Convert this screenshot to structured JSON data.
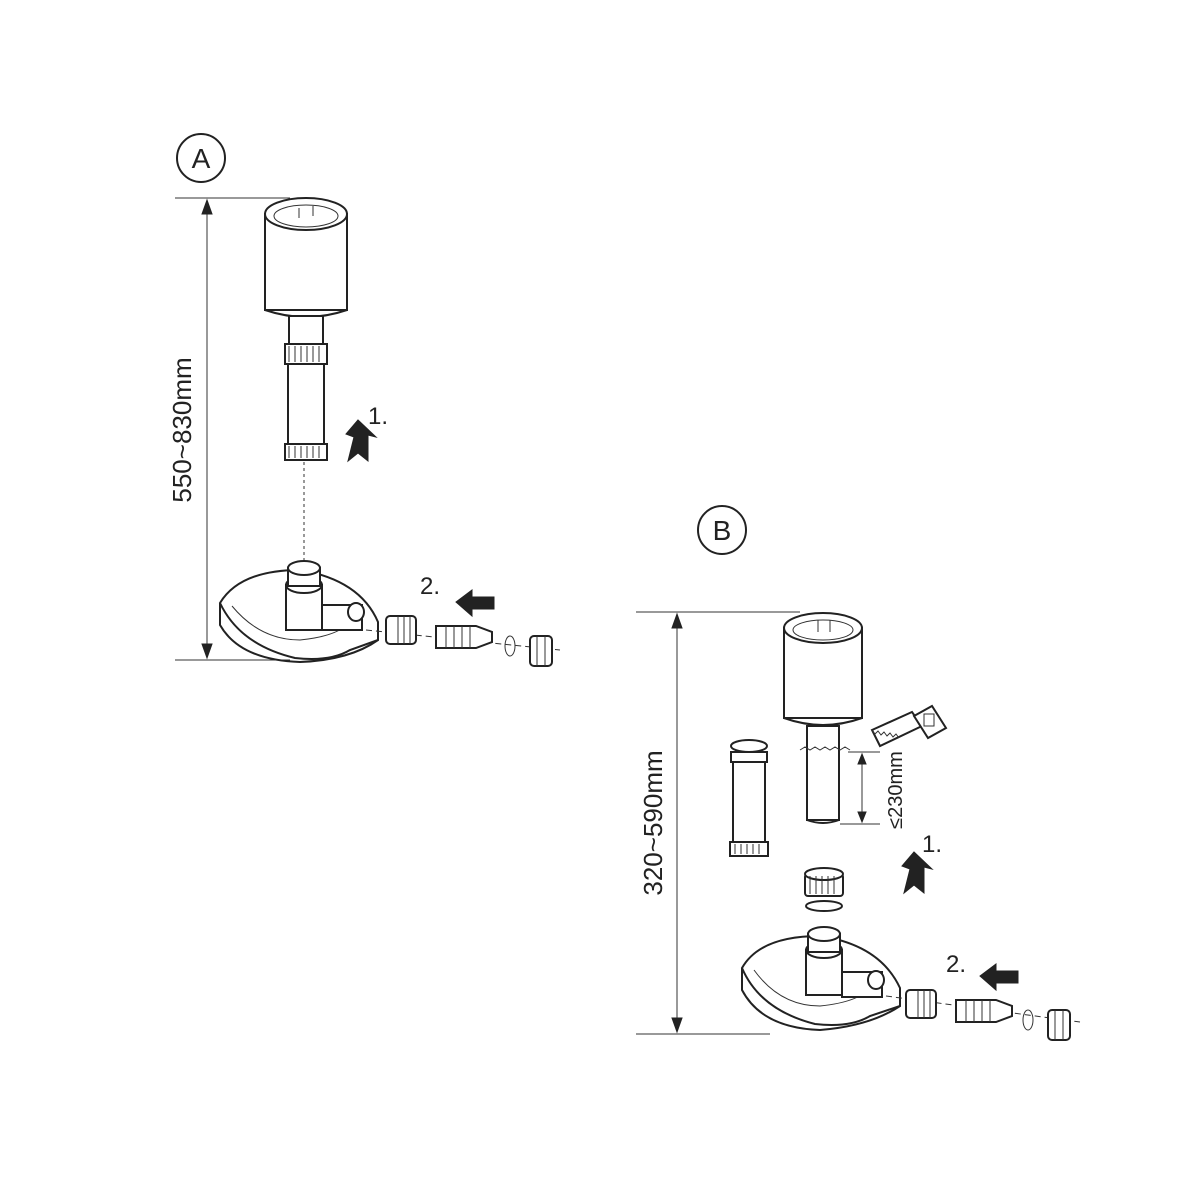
{
  "panels": [
    {
      "id": "A",
      "badge": "A",
      "height_label": "550~830mm",
      "step1": "1.",
      "step2": "2."
    },
    {
      "id": "B",
      "badge": "B",
      "height_label": "320~590mm",
      "cut_label": "≤230mm",
      "step1": "1.",
      "step2": "2."
    }
  ],
  "colors": {
    "line": "#222222",
    "background": "#ffffff"
  },
  "icons": [
    "saw-icon",
    "arrow-down-icon",
    "arrow-left-icon"
  ]
}
